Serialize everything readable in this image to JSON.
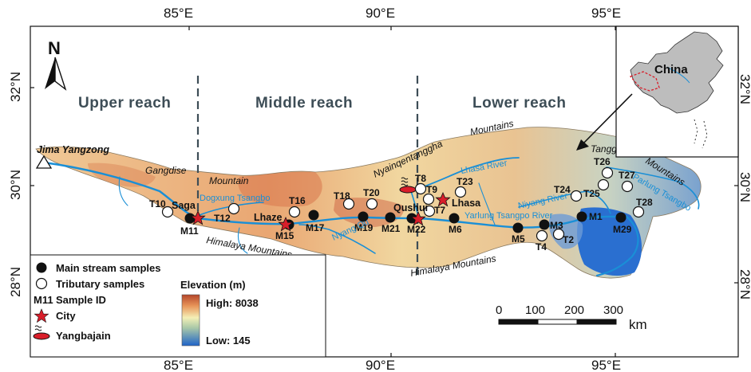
{
  "axes": {
    "top_ticks": [
      "85°E",
      "90°E",
      "95°E"
    ],
    "bottom_ticks": [
      "85°E",
      "90°E",
      "95°E"
    ],
    "left_ticks": [
      "32°N",
      "30°N",
      "28°N"
    ],
    "right_ticks": [
      "32°N",
      "30°N",
      "28°N"
    ]
  },
  "north_label": "N",
  "reaches": [
    "Upper reach",
    "Middle reach",
    "Lower reach"
  ],
  "inset": {
    "label": "China"
  },
  "places": {
    "jima": "Jima Yangzong",
    "saga": "Saga",
    "lhaze": "Lhaze",
    "qushui": "Qushui",
    "lhasa": "Lhasa"
  },
  "mountains": {
    "gangdise": "Gangdise",
    "mountain": "Mountain",
    "himalaya_mid": "Himalaya Mountains",
    "himalaya_low": "Himalaya Mountains",
    "nyainqen": "Nyainqentanggha",
    "mountains_top": "Mountains",
    "tanggula": "Tanggula",
    "mountains_right": "Mountains"
  },
  "rivers": {
    "dogxung": "Dogxung Tsangbo",
    "nyang_qu": "Nyang Qu",
    "lhasa_river": "Lhasa River",
    "niyang": "Niyang River",
    "yarlung": "Yarlung Tsangpo River",
    "parlung": "Parlung Tsangbo"
  },
  "main_samples": [
    "M11",
    "M15",
    "M17",
    "M19",
    "M21",
    "M22",
    "M6",
    "M5",
    "M3",
    "M1",
    "M29"
  ],
  "tributary_samples": [
    "T10",
    "T12",
    "T16",
    "T18",
    "T20",
    "T8",
    "T9",
    "T7",
    "T23",
    "T4",
    "T2",
    "T24",
    "T25",
    "T26",
    "T27",
    "T28"
  ],
  "legend": {
    "main": "Main stream samples",
    "trib": "Tributary samples",
    "sid_code": "M11",
    "sid_text": "Sample ID",
    "city": "City",
    "yangbajain": "Yangbajain",
    "elev_title": "Elevation (m)",
    "high": "High: 8038",
    "low": "Low: 145"
  },
  "scale": {
    "labels": [
      "0",
      "100",
      "200",
      "300"
    ],
    "unit": "km"
  },
  "colors": {
    "main_marker": "#111111",
    "tributary_marker": "#ffffff",
    "city_star": "#d91e2a",
    "river": "#1a8fd6",
    "reach_divider": "#3d4d56",
    "elev_high": "#b5462a",
    "elev_mid": "#f4efb6",
    "elev_low": "#1f64c8"
  }
}
